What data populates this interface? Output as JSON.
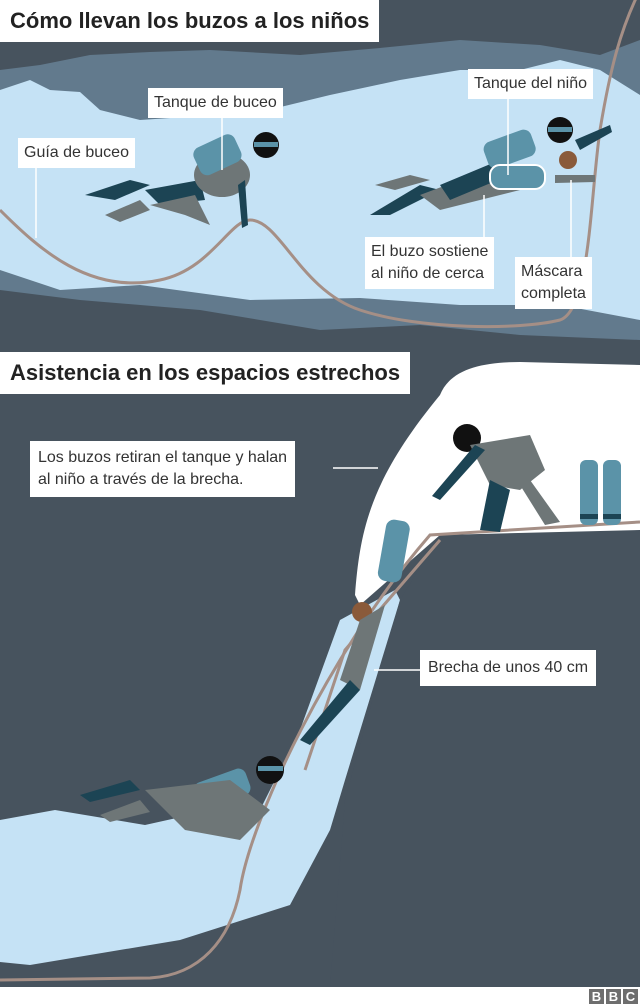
{
  "section_top": {
    "title": "Cómo llevan los buzos a los niños",
    "labels": {
      "guide_line": "Guía de buceo",
      "dive_tank": "Tanque de buceo",
      "child_tank": "Tanque del niño",
      "diver_holds_child_line1": "El buzo sostiene",
      "diver_holds_child_line2": "al niño de cerca",
      "full_mask_line1": "Máscara",
      "full_mask_line2": "completa"
    }
  },
  "section_bottom": {
    "title": "Asistencia en los espacios estrechos",
    "labels": {
      "remove_tank_line1": "Los buzos retiran el tanque y halan",
      "remove_tank_line2": "al niño a través de la brecha.",
      "gap": "Brecha de unos 40 cm"
    }
  },
  "colors": {
    "rock_dark": "#47535e",
    "rock_mid": "#627a8d",
    "water": "#c5e2f5",
    "rope": "#a58f86",
    "tank": "#5b93a8",
    "suit_grey": "#6e7677",
    "suit_dark": "#1c4454"
  },
  "footer": {
    "logo_letters": [
      "B",
      "B",
      "C"
    ]
  }
}
